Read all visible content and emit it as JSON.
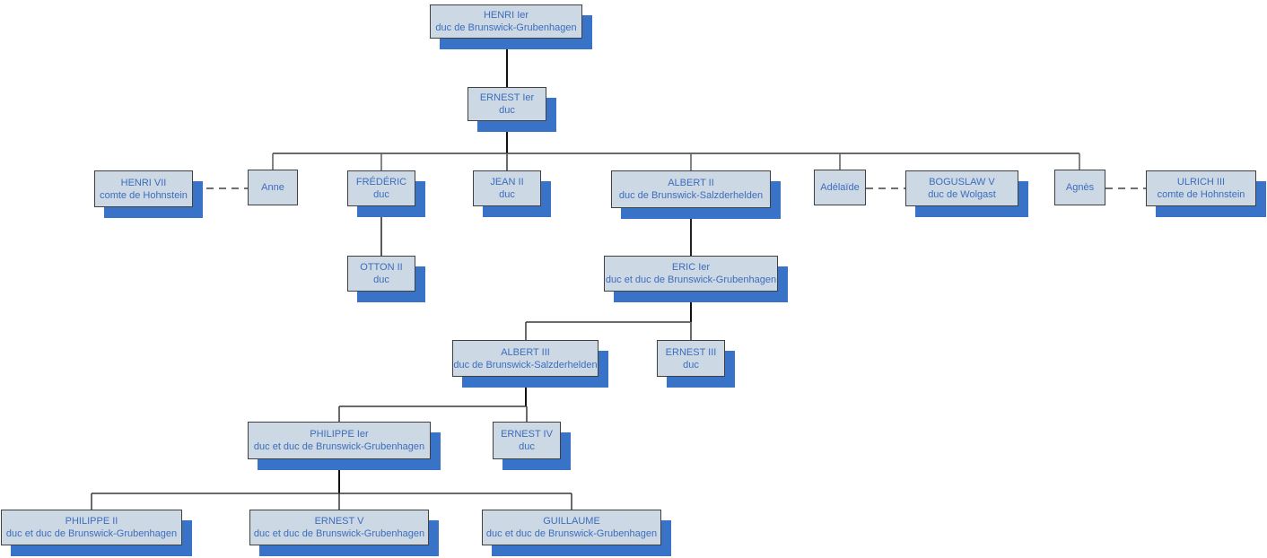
{
  "diagram": {
    "type": "family-tree",
    "subject": "Maison de Brunswick-Grubenhagen",
    "colors": {
      "box_fill": "#ccd8e4",
      "box_border": "#404040",
      "box_shadow": "#3973c8",
      "text": "#3d6dbd",
      "line": "#454545",
      "trunk_line": "#111111",
      "background": "#ffffff"
    }
  },
  "nodes": {
    "henri1": {
      "name": "HENRI Ier",
      "title": "duc de Brunswick-Grubenhagen"
    },
    "ernest1": {
      "name": "ERNEST Ier",
      "title": "duc"
    },
    "henri7": {
      "name": "HENRI VII",
      "title": "comte de Hohnstein"
    },
    "anne": {
      "name": "Anne"
    },
    "frederic": {
      "name": "FRÉDÉRIC",
      "title": "duc"
    },
    "jean2": {
      "name": "JEAN II",
      "title": "duc"
    },
    "albert2": {
      "name": "ALBERT II",
      "title": "duc de Brunswick-Salzderhelden"
    },
    "adelaide": {
      "name": "Adélaïde"
    },
    "boguslaw5": {
      "name": "BOGUSLAW V",
      "title": "duc de Wolgast"
    },
    "agnes": {
      "name": "Agnès"
    },
    "ulrich3": {
      "name": "ULRICH III",
      "title": "comte de Hohnstein"
    },
    "otton2": {
      "name": "OTTON II",
      "title": "duc"
    },
    "eric1": {
      "name": "ERIC Ier",
      "title": "duc et duc de Brunswick-Grubenhagen"
    },
    "albert3": {
      "name": "ALBERT III",
      "title": "duc de Brunswick-Salzderhelden"
    },
    "ernest3": {
      "name": "ERNEST III",
      "title": "duc"
    },
    "philippe1": {
      "name": "PHILIPPE Ier",
      "title": "duc et duc de Brunswick-Grubenhagen"
    },
    "ernest4": {
      "name": "ERNEST IV",
      "title": "duc"
    },
    "philippe2": {
      "name": "PHILIPPE II",
      "title": "duc et duc de Brunswick-Grubenhagen"
    },
    "ernest5": {
      "name": "ERNEST V",
      "title": "duc et duc de Brunswick-Grubenhagen"
    },
    "guillaume": {
      "name": "GUILLAUME",
      "title": "duc et duc de Brunswick-Grubenhagen"
    }
  },
  "links": {
    "parent_child": [
      {
        "parent": "HENRI Ier",
        "children": [
          "ERNEST Ier"
        ]
      },
      {
        "parent": "ERNEST Ier",
        "children": [
          "Anne",
          "FRÉDÉRIC",
          "JEAN II",
          "ALBERT II",
          "Adélaïde",
          "Agnès"
        ]
      },
      {
        "parent": "FRÉDÉRIC",
        "children": [
          "OTTON II"
        ]
      },
      {
        "parent": "ALBERT II",
        "children": [
          "ERIC Ier"
        ]
      },
      {
        "parent": "ERIC Ier",
        "children": [
          "ALBERT III",
          "ERNEST III"
        ]
      },
      {
        "parent": "ALBERT III",
        "children": [
          "PHILIPPE Ier",
          "ERNEST IV"
        ]
      },
      {
        "parent": "PHILIPPE Ier",
        "children": [
          "PHILIPPE II",
          "ERNEST V",
          "GUILLAUME"
        ]
      }
    ],
    "marriages": [
      {
        "a": "HENRI VII",
        "b": "Anne"
      },
      {
        "a": "Adélaïde",
        "b": "BOGUSLAW V"
      },
      {
        "a": "Agnès",
        "b": "ULRICH III"
      }
    ]
  }
}
